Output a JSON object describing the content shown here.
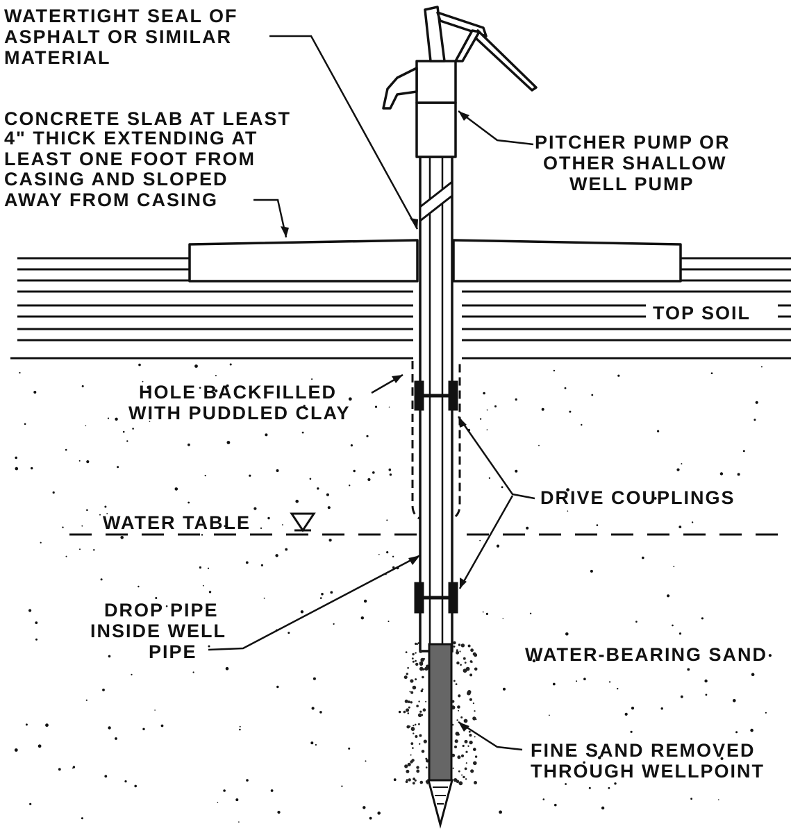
{
  "labels": {
    "seal": [
      "WATERTIGHT SEAL OF",
      "ASPHALT OR SIMILAR",
      "MATERIAL"
    ],
    "slab": [
      "CONCRETE SLAB AT LEAST",
      "4\" THICK EXTENDING AT",
      "LEAST ONE FOOT FROM",
      "CASING AND SLOPED",
      "AWAY FROM CASING"
    ],
    "pump": [
      "PITCHER PUMP OR",
      "OTHER SHALLOW",
      "WELL PUMP"
    ],
    "top_soil": "TOP SOIL",
    "backfill": [
      "HOLE BACKFILLED",
      "WITH PUDDLED CLAY"
    ],
    "couplings": "DRIVE COUPLINGS",
    "water_table": "WATER TABLE",
    "drop_pipe": [
      "DROP PIPE",
      "INSIDE WELL",
      "PIPE"
    ],
    "sand": "WATER-BEARING SAND",
    "fine_sand": [
      "FINE SAND REMOVED",
      "THROUGH WELLPOINT"
    ]
  },
  "colors": {
    "ink": "#111111",
    "wellpoint": "#666666",
    "background": "#ffffff"
  }
}
